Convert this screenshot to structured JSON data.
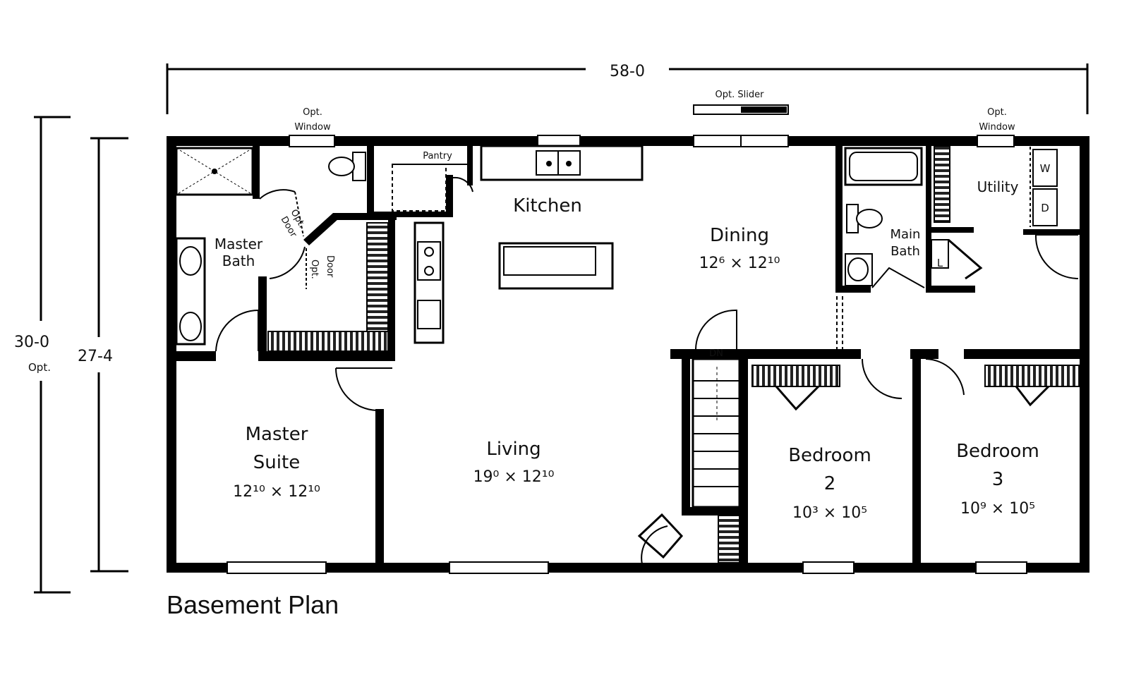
{
  "overall_width": "58-0",
  "overall_depth": "30-0",
  "overall_depth_note": "Opt.",
  "inner_depth": "27-4",
  "notes": {
    "opt_window_left_1": "Opt.",
    "opt_window_left_2": "Window",
    "opt_window_right_1": "Opt.",
    "opt_window_right_2": "Window",
    "opt_slider": "Opt. Slider",
    "pantry": "Pantry",
    "opt_door_a_1": "Opt.",
    "opt_door_a_2": "Door",
    "opt_door_b_1": "Opt.",
    "opt_door_b_2": "Door",
    "stair_dn": "DN",
    "washer": "W",
    "dryer": "D",
    "linen": "L"
  },
  "rooms": {
    "kitchen": "Kitchen",
    "dining_name": "Dining",
    "dining_size": "12⁶ × 12¹⁰",
    "master_bath_1": "Master",
    "master_bath_2": "Bath",
    "main_bath_1": "Main",
    "main_bath_2": "Bath",
    "utility": "Utility",
    "master_suite_1": "Master",
    "master_suite_2": "Suite",
    "master_suite_size": "12¹⁰ × 12¹⁰",
    "living_name": "Living",
    "living_size": "19⁰ × 12¹⁰",
    "bedroom2_1": "Bedroom",
    "bedroom2_2": "2",
    "bedroom2_size": "10³ × 10⁵",
    "bedroom3_1": "Bedroom",
    "bedroom3_2": "3",
    "bedroom3_size": "10⁹ × 10⁵"
  },
  "caption": "Basement Plan"
}
